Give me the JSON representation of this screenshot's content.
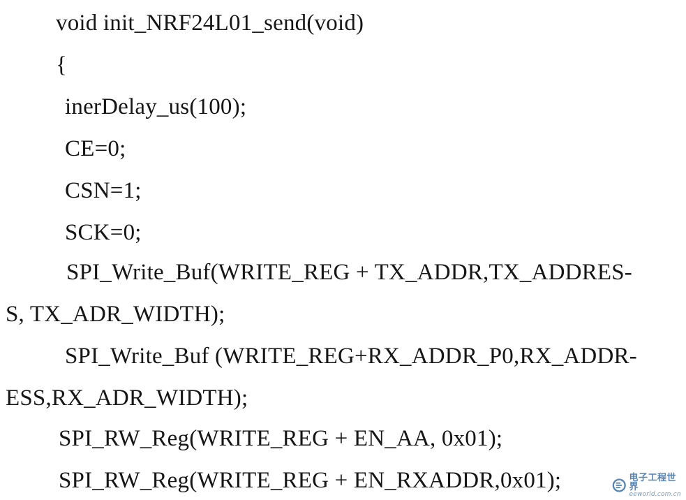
{
  "code_lines": [
    "void init_NRF24L01_send(void)",
    "{",
    "inerDelay_us(100);",
    "CE=0;",
    "CSN=1;",
    "SCK=0;",
    "SPI_Write_Buf(WRITE_REG + TX_ADDR,TX_ADDRES-",
    "S, TX_ADR_WIDTH);",
    "SPI_Write_Buf (WRITE_REG+RX_ADDR_P0,RX_ADDR-",
    "ESS,RX_ADR_WIDTH);",
    "SPI_RW_Reg(WRITE_REG + EN_AA, 0x01);",
    "SPI_RW_Reg(WRITE_REG + EN_RXADDR,0x01);"
  ],
  "watermark": {
    "name": "电子工程世界",
    "url": "eeworld.com.cn",
    "icon": "eeworld-logo-icon",
    "color": "#3a6ea5"
  }
}
